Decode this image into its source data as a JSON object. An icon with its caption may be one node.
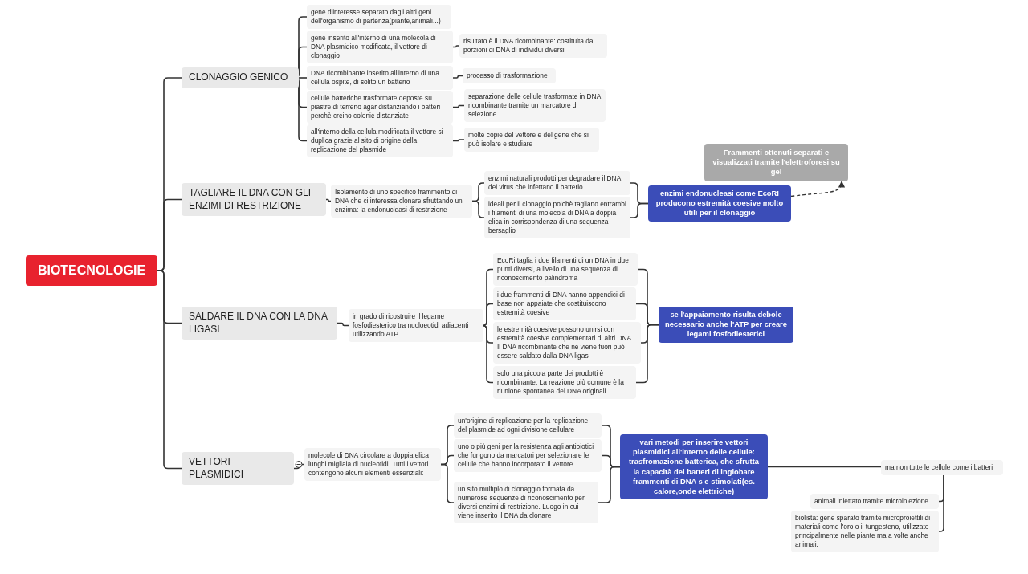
{
  "diagram": {
    "nodes": [
      {
        "text": [
          "BIOTECNOLOGIE"
        ]
      },
      {
        "text": [
          "CLONAGGIO GENICO"
        ]
      },
      {
        "text": [
          "gene d'interesse separato dagli altri geni dell'organismo di partenza(piante,animali...)"
        ]
      },
      {
        "text": [
          "gene inserito all'interno di una molecola di DNA plasmidico modificata, il vettore di clonaggio"
        ]
      },
      {
        "text": [
          "risultato è il DNA ricombinante: costituita da porzioni di DNA di individui diversi"
        ]
      },
      {
        "text": [
          "DNA ricombinante inserito all'interno di una cellula ospite, di solito un batterio"
        ]
      },
      {
        "text": [
          "processo di trasformazione"
        ]
      },
      {
        "text": [
          "cellule batteriche trasformate deposte su piastre di terreno agar distanziando i batteri perchè creino colonie distanziate"
        ]
      },
      {
        "text": [
          "separazione delle cellule trasformate in DNA ricombinante tramite un marcatore di selezione"
        ]
      },
      {
        "text": [
          "all'interno della cellula modificata il vettore si duplica grazie al sito di origine della replicazione del plasmide"
        ]
      },
      {
        "text": [
          "molte copie del vettore e del gene che si può isolare e studiare"
        ]
      },
      {
        "text": [
          "TAGLIARE IL DNA CON GLI ENZIMI DI RESTRIZIONE"
        ]
      },
      {
        "text": [
          "Isolamento di uno specifico frammento di DNA che ci interessa clonare sfruttando un enzima: la endonucleasi di restrizione"
        ]
      },
      {
        "text": [
          "enzimi naturali prodotti per degradare il DNA dei virus che infettano il batterio"
        ]
      },
      {
        "text": [
          "ideali per il clonaggio poichè tagliano entrambi i filamenti di una molecola di DNA a doppia elica in corrispondenza di una sequenza bersaglio"
        ]
      },
      {
        "text": [
          "enzimi endonucleasi come EcoRI producono estremità coesive molto utili per il clonaggio"
        ]
      },
      {
        "text": [
          "Frammenti ottenuti separati e visualizzati tramite l'elettroforesi su gel"
        ]
      },
      {
        "text": [
          "SALDARE IL DNA CON LA DNA LIGASI"
        ]
      },
      {
        "text": [
          "in grado di ricostruire il legame fosfodiesterico tra nucloeotidi adiacenti utilizzando ATP"
        ]
      },
      {
        "text": [
          "EcoRi taglia i due filamenti di un DNA in due punti diversi, a livello di una sequenza di riconoscimento palindroma"
        ]
      },
      {
        "text": [
          "i due frammenti di DNA hanno appendici di base non appaiate che costituiscono estremità coesive"
        ]
      },
      {
        "text": [
          "le estremità coesive possono unirsi con estremità coesive complementari di altri DNA. Il DNA ricombinante che ne viene fuori può essere saldato dalla DNA ligasi"
        ]
      },
      {
        "text": [
          "solo una piccola parte dei prodotti è ricombinante. La reazione più comune è la riunione spontanea dei DNA originali"
        ]
      },
      {
        "text": [
          "se l'appaiamento risulta debole necessario anche l'ATP per creare legami fosfodiesterici"
        ]
      },
      {
        "text": [
          "VETTORI PLASMIDICI"
        ]
      },
      {
        "text": [
          "molecole di DNA circolare a doppia elica lunghi migliaia di nucleotidi. Tutti i vettori contengono alcuni elementi essenziali:"
        ]
      },
      {
        "text": [
          "un'origine di replicazione per la replicazione del plasmide ad ogni divisione cellulare"
        ]
      },
      {
        "text": [
          "uno o più geni per la resistenza agli antibiotici che fungono da marcatori per selezionare le cellule che hanno incorporato il vettore"
        ]
      },
      {
        "text": [
          "un sito multiplo di clonaggio formata da numerose sequenze di riconoscimento per diversi enzimi di restrizione. Luogo in cui viene inserito il DNA  da clonare"
        ]
      },
      {
        "text": [
          "vari metodi per inserire vettori plasmidici all'interno delle cellule: trasfromazione batterica, che sfrutta la capacità dei batteri di inglobare frammenti di DNA s e stimolati(es. calore,onde elettriche)"
        ]
      },
      {
        "text": [
          "ma non tutte le cellule come i batteri"
        ]
      },
      {
        "text": [
          "animali iniettato tramite microiniezione"
        ]
      },
      {
        "text": [
          "biolista: gene sparato tramite microproiettili di materiali come l'oro o il tungesteno, utilizzato principalmente nelle piante ma a volte anche animali."
        ]
      }
    ],
    "edges": [
      {
        "from": 0,
        "to": 1,
        "arrow": "none"
      },
      {
        "from": 0,
        "to": 11,
        "arrow": "none"
      },
      {
        "from": 0,
        "to": 17,
        "arrow": "none"
      },
      {
        "from": 0,
        "to": 24,
        "arrow": "none"
      },
      {
        "from": 1,
        "to": 2,
        "arrow": "none"
      },
      {
        "from": 1,
        "to": 3,
        "arrow": "none"
      },
      {
        "from": 1,
        "to": 5,
        "arrow": "none"
      },
      {
        "from": 1,
        "to": 7,
        "arrow": "none"
      },
      {
        "from": 1,
        "to": 9,
        "arrow": "none"
      },
      {
        "from": 3,
        "to": 4,
        "arrow": "none"
      },
      {
        "from": 5,
        "to": 6,
        "arrow": "none"
      },
      {
        "from": 7,
        "to": 8,
        "arrow": "none"
      },
      {
        "from": 9,
        "to": 10,
        "arrow": "none"
      },
      {
        "from": 11,
        "to": 12,
        "arrow": "none"
      },
      {
        "from": 12,
        "to": 13,
        "arrow": "none"
      },
      {
        "from": 12,
        "to": 14,
        "arrow": "none"
      },
      {
        "from": 13,
        "to": 15,
        "arrow": "none"
      },
      {
        "from": 14,
        "to": 15,
        "arrow": "none"
      },
      {
        "from": 15,
        "to": 16,
        "arrow": "to",
        "style": "dashed"
      },
      {
        "from": 17,
        "to": 18,
        "arrow": "none"
      },
      {
        "from": 18,
        "to": 19,
        "arrow": "none"
      },
      {
        "from": 18,
        "to": 20,
        "arrow": "none"
      },
      {
        "from": 18,
        "to": 21,
        "arrow": "none"
      },
      {
        "from": 18,
        "to": 22,
        "arrow": "none"
      },
      {
        "from": 19,
        "to": 23,
        "arrow": "none"
      },
      {
        "from": 20,
        "to": 23,
        "arrow": "none"
      },
      {
        "from": 21,
        "to": 23,
        "arrow": "none"
      },
      {
        "from": 22,
        "to": 23,
        "arrow": "none"
      },
      {
        "from": 24,
        "to": 25,
        "arrow": "other"
      },
      {
        "from": 25,
        "to": 26,
        "arrow": "none"
      },
      {
        "from": 25,
        "to": 27,
        "arrow": "none"
      },
      {
        "from": 25,
        "to": 28,
        "arrow": "none"
      },
      {
        "from": 26,
        "to": 29,
        "arrow": "none"
      },
      {
        "from": 27,
        "to": 29,
        "arrow": "none"
      },
      {
        "from": 28,
        "to": 29,
        "arrow": "none"
      },
      {
        "from": 29,
        "to": 30,
        "arrow": "none"
      },
      {
        "from": 30,
        "to": 31,
        "arrow": "none"
      },
      {
        "from": 30,
        "to": 32,
        "arrow": "none"
      }
    ]
  }
}
